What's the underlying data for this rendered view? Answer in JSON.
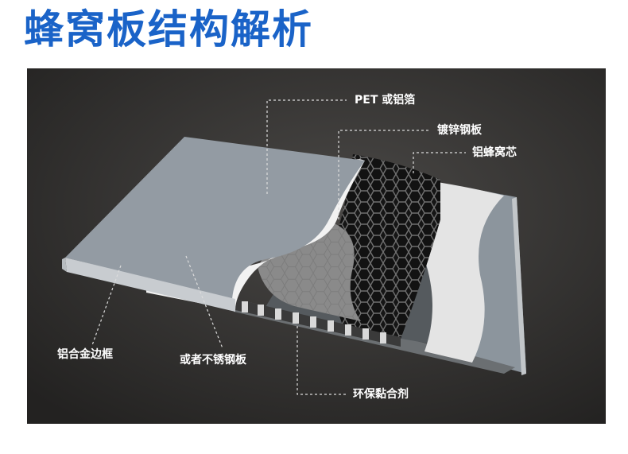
{
  "title": "蜂窝板结构解析",
  "colors": {
    "title": "#1a63c8",
    "background": "#2f2e2d",
    "panel_face": "#8e98a1",
    "edge": "#c9cdd0",
    "foil": "#f1f1f1",
    "core": "#1b1b1b"
  },
  "labels": {
    "pet_foil": "PET 或铝箔",
    "galvanized_steel": "镀锌钢板",
    "aluminum_core": "铝蜂窝芯",
    "aluminum_frame": "铝合金边框",
    "stainless_steel": "或者不锈钢板",
    "adhesive": "环保黏合剂"
  }
}
